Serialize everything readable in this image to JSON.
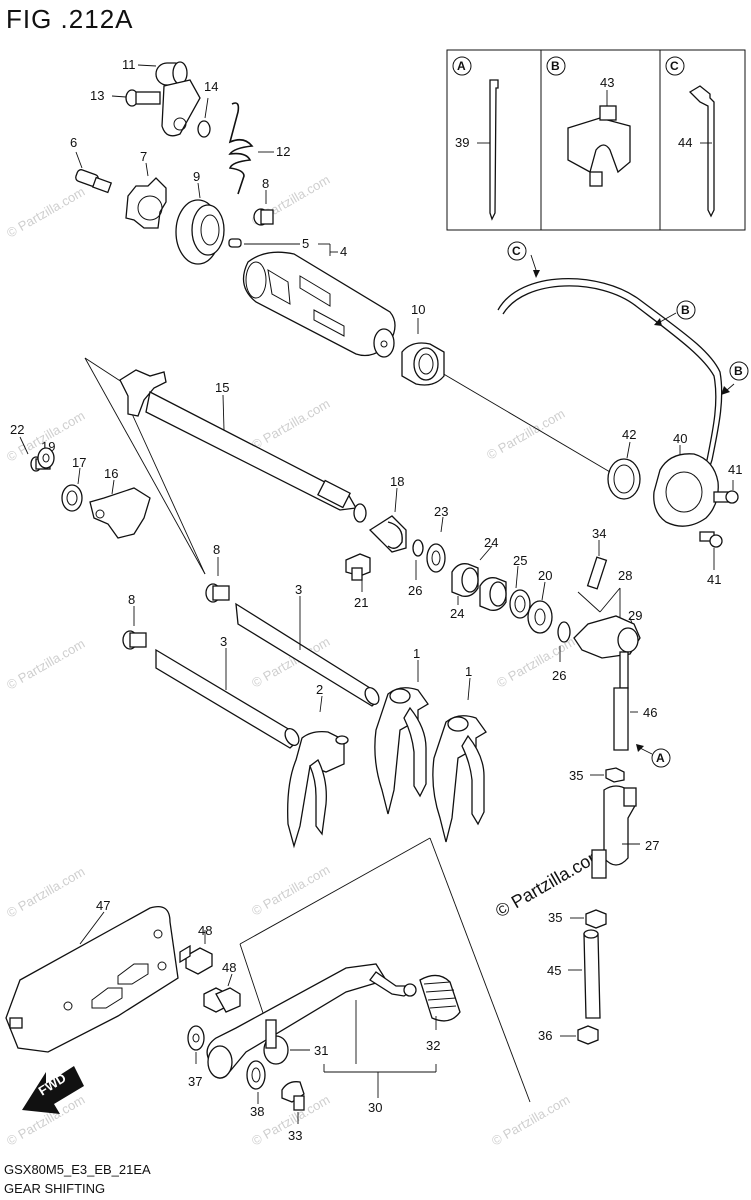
{
  "title": "FIG .212A",
  "footer": {
    "code": "GSX80M5_E3_EB_21EA",
    "name": "GEAR SHIFTING"
  },
  "watermark": {
    "small": "© Partzilla.com",
    "large": "© Partzilla.com"
  },
  "inset": {
    "panel_a": {
      "letter": "A",
      "part": "39"
    },
    "panel_b": {
      "letter": "B",
      "part": "43"
    },
    "panel_c": {
      "letter": "C",
      "part": "44"
    }
  },
  "callouts": {
    "c_pipe_top": "C",
    "b_pipe_mid": "B",
    "b_pipe_right": "B",
    "a_rod": "A",
    "fwd": "FWD"
  },
  "part_numbers": {
    "p1a": "1",
    "p1b": "1",
    "p2": "2",
    "p3a": "3",
    "p3b": "3",
    "p4": "4",
    "p5": "5",
    "p6": "6",
    "p7": "7",
    "p8a": "8",
    "p8b": "8",
    "p8c": "8",
    "p9": "9",
    "p10": "10",
    "p11": "11",
    "p12": "12",
    "p13": "13",
    "p14": "14",
    "p15": "15",
    "p16": "16",
    "p17": "17",
    "p18": "18",
    "p19": "19",
    "p20": "20",
    "p21": "21",
    "p22": "22",
    "p23": "23",
    "p24a": "24",
    "p24b": "24",
    "p25": "25",
    "p26a": "26",
    "p26b": "26",
    "p27": "27",
    "p28": "28",
    "p29": "29",
    "p30": "30",
    "p31": "31",
    "p32": "32",
    "p33": "33",
    "p34": "34",
    "p35a": "35",
    "p35b": "35",
    "p36": "36",
    "p37": "37",
    "p38": "38",
    "p40": "40",
    "p41a": "41",
    "p41b": "41",
    "p42": "42",
    "p45": "45",
    "p46": "46",
    "p47": "47",
    "p48a": "48",
    "p48b": "48"
  }
}
